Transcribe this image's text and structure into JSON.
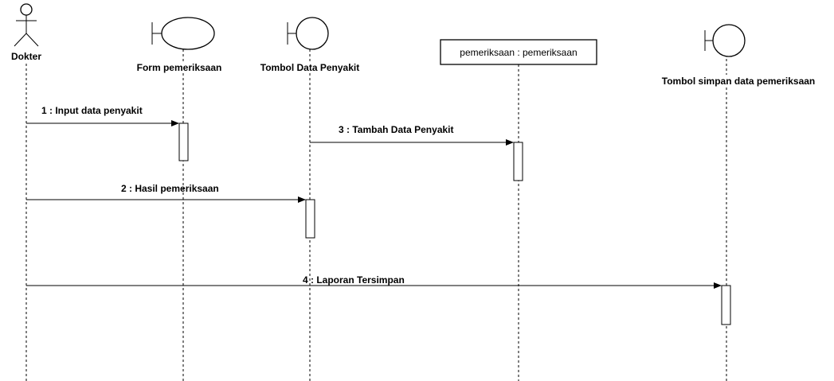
{
  "participants": [
    {
      "id": "dokter",
      "kind": "actor",
      "label": "Dokter"
    },
    {
      "id": "form",
      "kind": "boundary",
      "label": "Form pemeriksaan"
    },
    {
      "id": "tombol_data",
      "kind": "boundary",
      "label": "Tombol Data Penyakit"
    },
    {
      "id": "pemeriksaan",
      "kind": "entity-box",
      "label": "pemeriksaan : pemeriksaan"
    },
    {
      "id": "tombol_simpan",
      "kind": "boundary",
      "label": "Tombol simpan data pemeriksaan"
    }
  ],
  "messages": [
    {
      "label": "1 : Input data penyakit",
      "from": "dokter",
      "to": "form"
    },
    {
      "label": "3 : Tambah Data Penyakit",
      "from": "tombol_data",
      "to": "pemeriksaan"
    },
    {
      "label": "2 : Hasil pemeriksaan",
      "from": "dokter",
      "to": "tombol_data"
    },
    {
      "label": "4 : Laporan Tersimpan",
      "from": "dokter",
      "to": "tombol_simpan"
    }
  ]
}
